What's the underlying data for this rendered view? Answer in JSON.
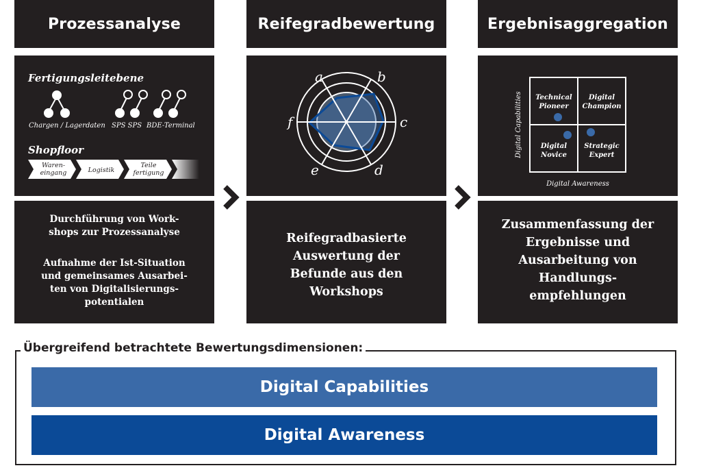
{
  "columns": [
    {
      "title": "Prozessanalyse",
      "illustration": {
        "level_label": "Fertigungsleitebene",
        "items": [
          "Chargen / Lagerdaten",
          "SPS SPS",
          "BDE-Terminal"
        ],
        "floor_label": "Shopfloor",
        "flow": [
          "Waren-\neingang",
          "Logistik",
          "Teile\nfertigung"
        ]
      },
      "desc": [
        "Durchführung von Work-\nshops zur Prozessanalyse",
        "Aufnahme der Ist-Situation\nund gemeinsames Ausarbei-\nten von Digitalisierungs-\npotentialen"
      ]
    },
    {
      "title": "Reifegradbewertung",
      "radar_axes": [
        "a",
        "b",
        "c",
        "d",
        "e",
        "f"
      ],
      "desc": "Reifegradbasierte\nAuswertung der\nBefunde aus den\nWorkshops"
    },
    {
      "title": "Ergebnisaggregation",
      "matrix": {
        "y_axis": "Digital Capabilities",
        "x_axis": "Digital Awareness",
        "quadrants": [
          "Technical\nPioneer",
          "Digital\nChampion",
          "Digital\nNovice",
          "Strategic\nExpert"
        ]
      },
      "desc": "Zusammenfassung der\nErgebnisse und\nAusarbeitung von\nHandlungs-\nempfehlungen"
    }
  ],
  "dimensions_title": "Übergreifend betrachtete Bewertungsdimensionen:",
  "dimensions": [
    {
      "label": "Digital Capabilities",
      "color": "#3a6aa8"
    },
    {
      "label": "Digital Awareness",
      "color": "#0b4a97"
    }
  ],
  "colors": {
    "dark": "#231f20",
    "blue": "#3a6aa8",
    "deep_blue": "#0b4a97"
  },
  "icons": [
    "chevron-right-icon",
    "node-tree-icon",
    "plc-icon",
    "terminal-icon",
    "radar-chart",
    "quadrant-matrix"
  ]
}
